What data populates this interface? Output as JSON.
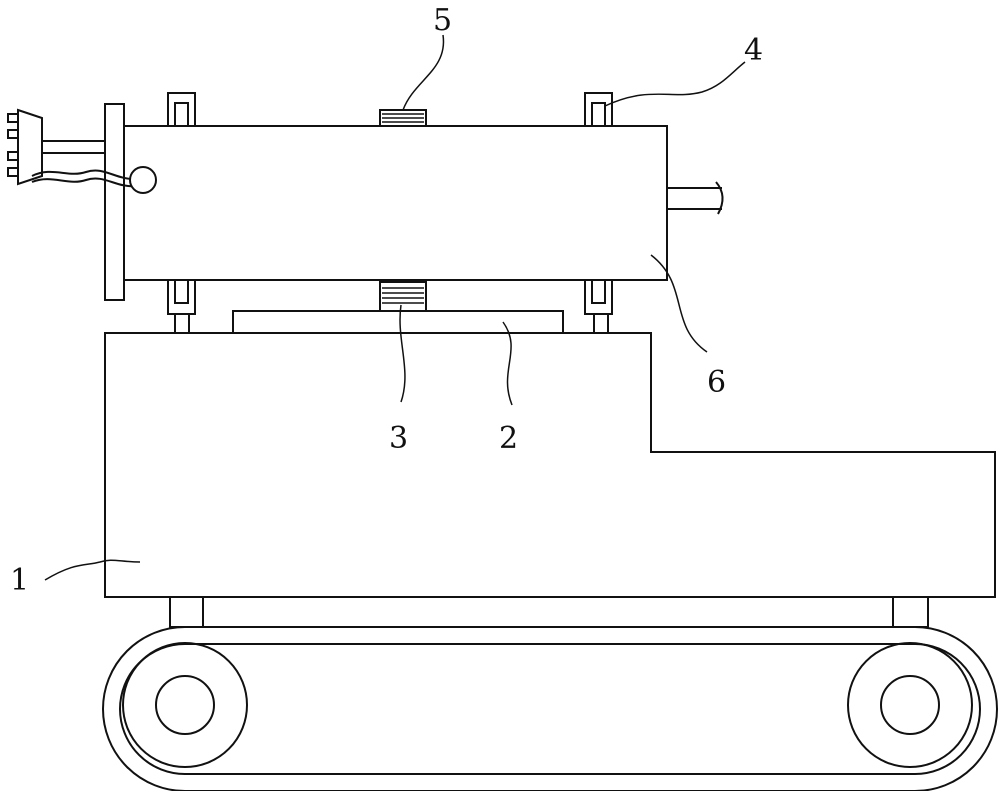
{
  "diagram": {
    "labels": {
      "l1": "1",
      "l2": "2",
      "l3": "3",
      "l4": "4",
      "l5": "5",
      "l6": "6"
    },
    "colors": {
      "stroke": "#111111",
      "background": "#ffffff"
    }
  }
}
